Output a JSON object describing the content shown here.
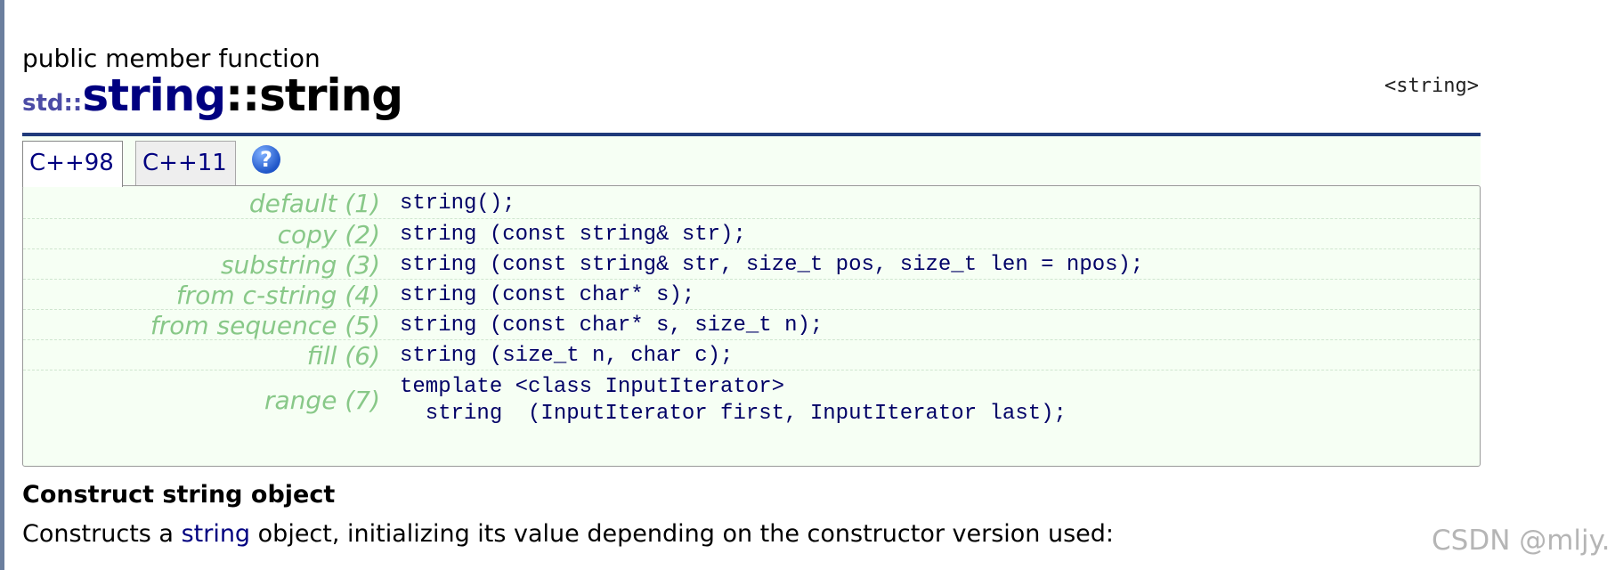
{
  "header": {
    "member_type": "public member function",
    "namespace": "std::",
    "class_name": "string",
    "function_name": "::string",
    "header_file": "<string>"
  },
  "tabs": [
    {
      "label": "C++98",
      "active": true
    },
    {
      "label": "C++11",
      "active": false
    }
  ],
  "help_icon": {
    "glyph": "?",
    "icon": "help-icon"
  },
  "prototypes": [
    {
      "label": "default (1)",
      "code": "string();"
    },
    {
      "label": "copy (2)",
      "code": "string (const string& str);"
    },
    {
      "label": "substring (3)",
      "code": "string (const string& str, size_t pos, size_t len = npos);"
    },
    {
      "label": "from c-string (4)",
      "code": "string (const char* s);"
    },
    {
      "label": "from sequence (5)",
      "code": "string (const char* s, size_t n);"
    },
    {
      "label": "fill (6)",
      "code": "string (size_t n, char c);"
    },
    {
      "label": "range (7)",
      "code": "template <class InputIterator>\n  string  (InputIterator first, InputIterator last);"
    }
  ],
  "section": {
    "title": "Construct string object",
    "desc_before": "Constructs a ",
    "desc_link": "string",
    "desc_after": " object, initializing its value depending on the constructor version used:"
  },
  "watermark": "CSDN @mljy.",
  "colors": {
    "title_rule": "#1f3a7a",
    "label_green": "#88c888",
    "link_navy": "#000080",
    "panel_bg": "#f6fff4"
  }
}
